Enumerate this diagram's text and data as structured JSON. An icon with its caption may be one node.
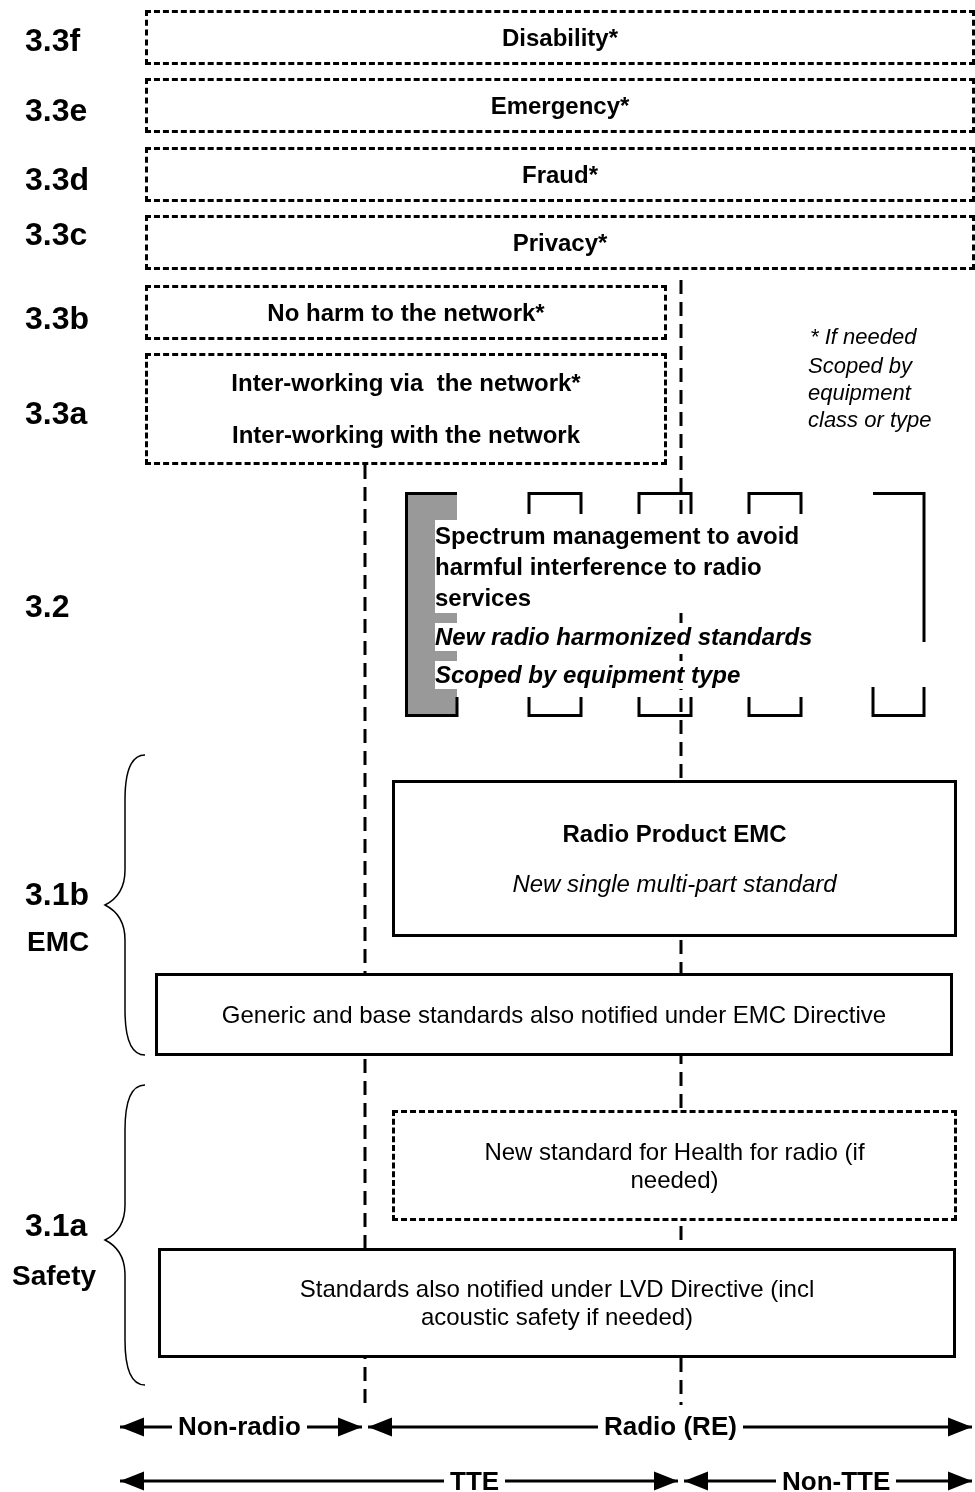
{
  "diagram": {
    "nodes": [
      {
        "text": [
          "Disability*"
        ]
      },
      {
        "text": [
          "Emergency*"
        ]
      },
      {
        "text": [
          "Fraud*"
        ]
      },
      {
        "text": [
          "Privacy*"
        ]
      },
      {
        "text": [
          "No harm to the network*"
        ]
      },
      {
        "text": [
          "Inter-working via  the network*",
          "Inter-working with the network"
        ]
      },
      {
        "text": [
          "Spectrum management to avoid harmful interference to radio services",
          "New radio harmonized standards",
          "Scoped by equipment type"
        ]
      },
      {
        "text": [
          "Radio Product EMC",
          "New single multi-part standard"
        ]
      },
      {
        "text": [
          "Generic and base standards also notified under EMC Directive"
        ]
      },
      {
        "text": [
          "New standard for Health for radio (if needed)"
        ]
      },
      {
        "text": [
          "Standards also notified under LVD Directive (incl acoustic safety if needed)"
        ]
      }
    ],
    "edges": [],
    "labels": [
      "3.3f",
      "3.3e",
      "3.3d",
      "3.3c",
      "3.3b",
      "* If needed",
      "Scoped by equipment class or type",
      "3.3a",
      "3.2",
      "3.1b",
      "EMC",
      "3.1a",
      "Safety",
      "Non-radio",
      "Radio (RE)",
      "TTE",
      "Non-TTE"
    ]
  }
}
